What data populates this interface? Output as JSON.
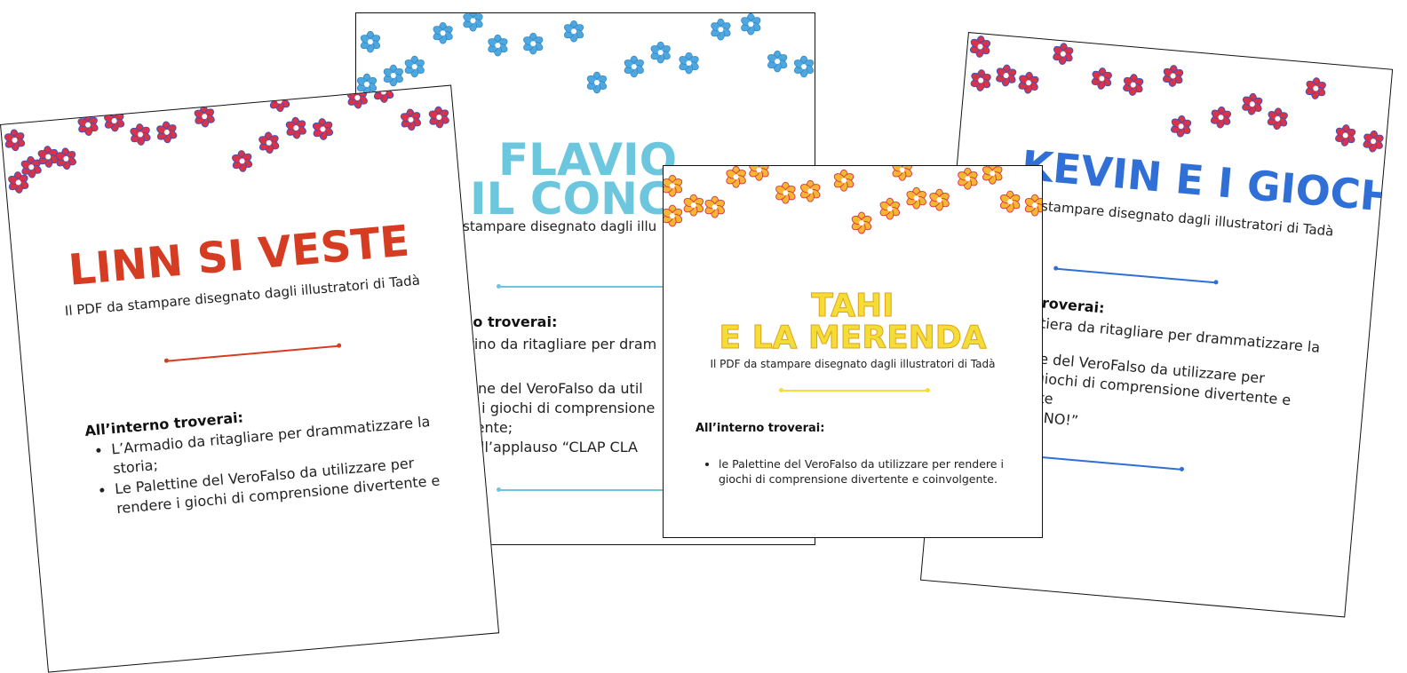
{
  "colors": {
    "linn_accent": "#d63c21",
    "flavio_accent": "#6cc7de",
    "tahi_accent": "#f4dd35",
    "kevin_accent": "#2f6fd6",
    "red_flower": "#d8334a",
    "blue_flower": "#4ea8df",
    "yellow_flower": "#f5b731"
  },
  "icons": {
    "decoration": "flower-icon"
  },
  "sheets": {
    "linn": {
      "title": "LINN SI VESTE",
      "subtitle": "Il PDF da stampare disegnato dagli illustratori di Tadà",
      "inside_heading": "All’interno troverai:",
      "bullets": [
        "L’Armadio da ritagliare per drammatizzare la storia;",
        "Le Palettine del VeroFalso da utilizzare per rendere i giochi di comprensione divertente e"
      ]
    },
    "flavio": {
      "title_line1": "FLAVIO",
      "title_line2": "IL CONCE",
      "subtitle": "stampare disegnato dagli illu",
      "inside_heading": "no troverai:",
      "lines": [
        "trino da ritagliare per dram",
        "",
        "ttine del VeroFalso da util",
        "re i giochi di comprensione",
        "lgente;",
        " dell’applauso “CLAP CLA"
      ]
    },
    "tahi": {
      "title_line1": "TAHI",
      "title_line2": "E LA MERENDA",
      "subtitle": "Il PDF da stampare disegnato dagli illustratori di Tadà",
      "inside_heading": "All’interno troverai:",
      "bullets": [
        "le Palettine del VeroFalso da utilizzare per rendere i giochi di comprensione divertente e coinvolgente."
      ]
    },
    "kevin": {
      "title": "KEVIN E I GIOCHI",
      "subtitle": "a stampare disegnato dagli illustratori di Tadà",
      "inside_heading": "o troverai:",
      "lines": [
        "settiera da ritagliare per drammatizzare la",
        "",
        "ttine del VeroFalso da utilizzare per",
        "e i giochi di comprensione divertente e",
        "gente",
        "“OH NO!”"
      ]
    }
  }
}
